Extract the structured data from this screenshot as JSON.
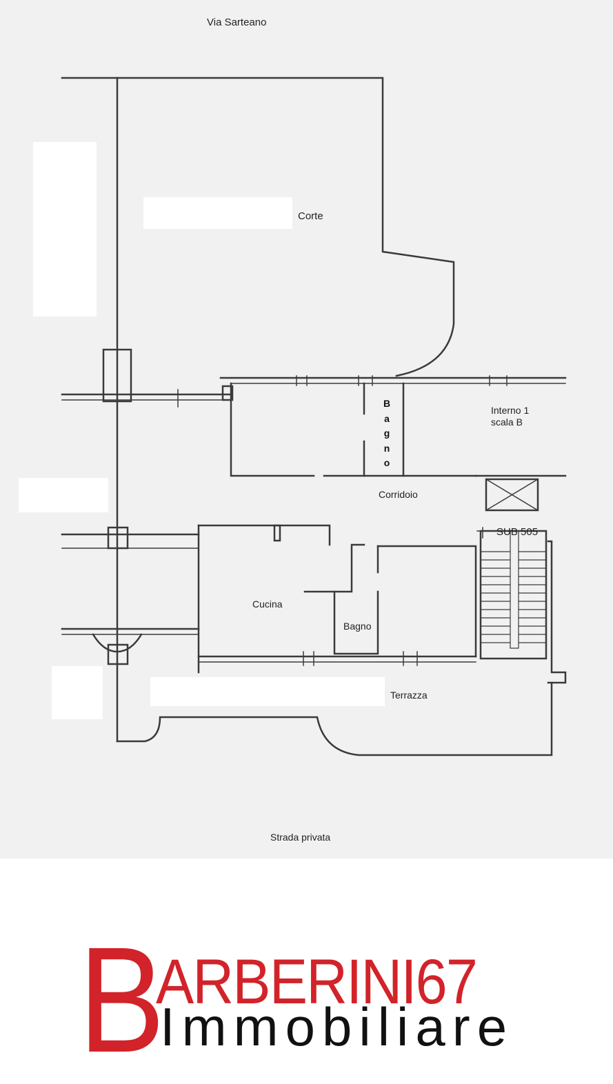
{
  "plan": {
    "street_top": "Via Sarteano",
    "street_bottom": "Strada privata",
    "rooms": {
      "corte": "Corte",
      "interno_line1": "Interno 1",
      "interno_line2": "scala B",
      "bagno_vertical": [
        "B",
        "a",
        "g",
        "n",
        "o"
      ],
      "corridoio": "Corridoio",
      "sub": "SUB 505",
      "cucina": "Cucina",
      "bagno": "Bagno",
      "terrazza": "Terrazza"
    }
  },
  "logo": {
    "initial": "B",
    "top_line": "ARBERINI67",
    "bottom_line": "Immobiliare",
    "colors": {
      "initial": "#d2232a",
      "top_line": "#d2232a",
      "bottom_line": "#111111"
    }
  }
}
